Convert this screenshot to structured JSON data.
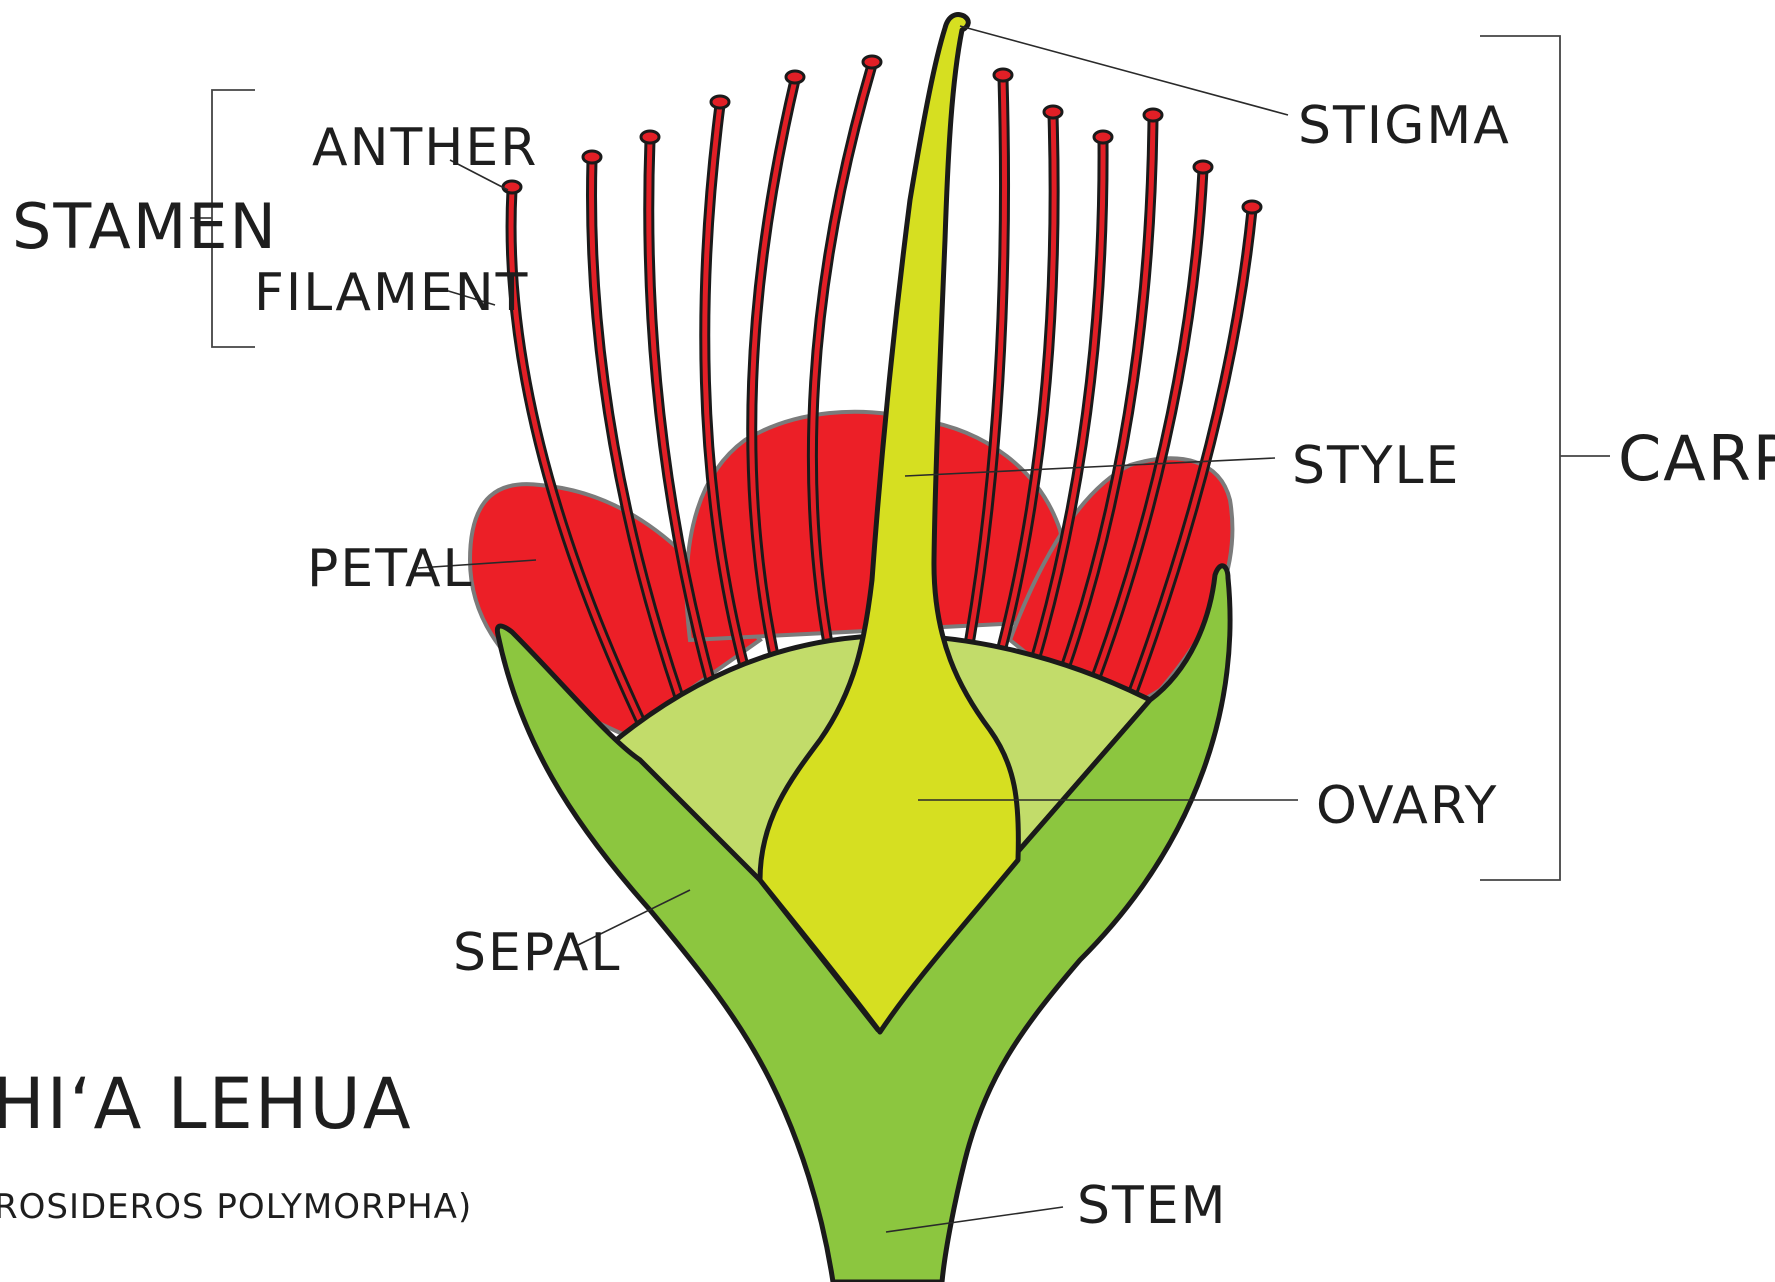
{
  "labels": {
    "stamen": "STAMEN",
    "anther": "ANTHER",
    "filament": "FILAMENT",
    "petal": "PETAL",
    "sepal": "SEPAL",
    "stigma": "STIGMA",
    "style": "STYLE",
    "ovary": "OVARY",
    "stem": "STEM",
    "carpel": "CARPEL"
  },
  "title": "HI‘A LEHUA",
  "subtitle": "ROSIDEROS POLYMORPHA)",
  "colors": {
    "petal": "#ec1f27",
    "filament": "#e21f26",
    "sepal": "#8cc63f",
    "receptacle": "#c2dc6a",
    "pistil": "#d6df21",
    "outline": "#1a1a1a",
    "petal_outline": "#7b7b7b"
  }
}
